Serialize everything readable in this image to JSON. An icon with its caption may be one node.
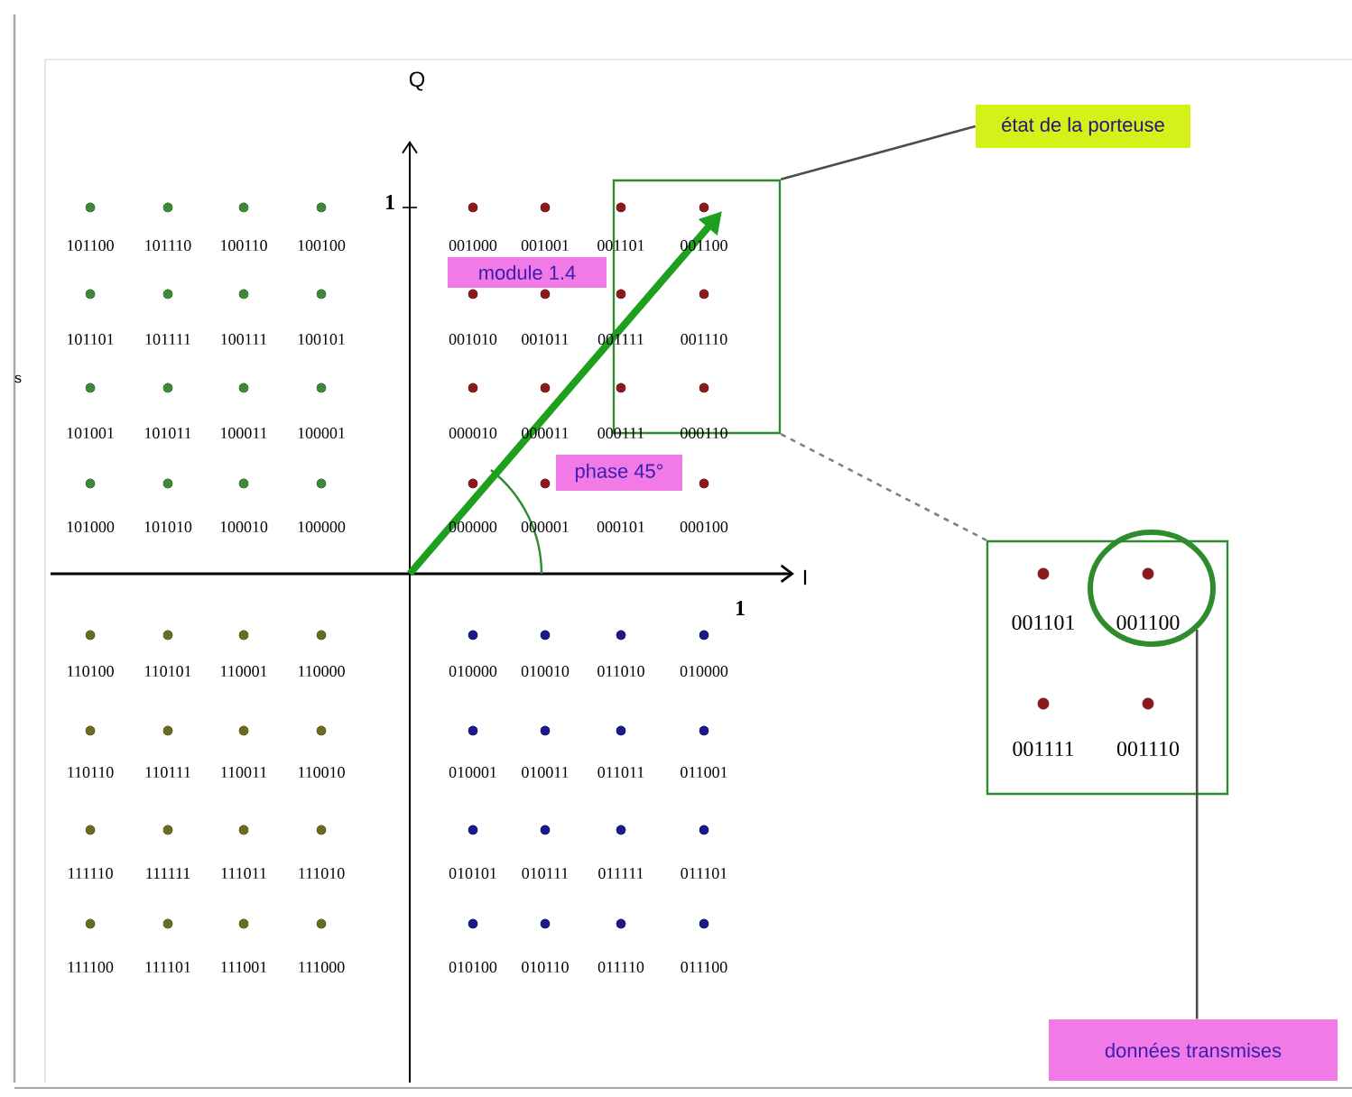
{
  "diagram": {
    "nodes": [
      {
        "text": [
          "état de la porteuse"
        ]
      },
      {
        "text": [],
        "shape": "box"
      },
      {
        "text": [],
        "shape": "box"
      },
      {
        "text": [],
        "shape": "circle",
        "in": 2
      },
      {
        "text": [
          "données transmises"
        ]
      },
      {
        "text": [
          "module 1.4"
        ]
      },
      {
        "text": [
          "phase 45°"
        ]
      }
    ],
    "edges": [
      {
        "from": 0,
        "to": 1,
        "arrow": "none"
      },
      {
        "from": 1,
        "to": 2,
        "arrow": "none",
        "style": "dashed"
      },
      {
        "from": 4,
        "to": 3,
        "arrow": "none"
      }
    ],
    "labels": [
      "Q",
      "1",
      "s",
      "101100",
      "101110",
      "100110",
      "100100",
      "001000",
      "001001",
      "001101",
      "001100",
      "101101",
      "101111",
      "100111",
      "100101",
      "001010",
      "001011",
      "001111",
      "001110",
      "101001",
      "101011",
      "100011",
      "100001",
      "000010",
      "000011",
      "000111",
      "000110",
      "101000",
      "101010",
      "100010",
      "100000",
      "000000",
      "000001",
      "000101",
      "000100",
      "I",
      "1",
      "110100",
      "110101",
      "110001",
      "110000",
      "010000",
      "010010",
      "011010",
      "010000",
      "110110",
      "110111",
      "110011",
      "110010",
      "010001",
      "010011",
      "011011",
      "011001",
      "111110",
      "111111",
      "111011",
      "111010",
      "010101",
      "010111",
      "011111",
      "011101",
      "111100",
      "111101",
      "111001",
      "111000",
      "010100",
      "010110",
      "011110",
      "011100",
      "001101",
      "001100",
      "001111",
      "001110"
    ]
  }
}
